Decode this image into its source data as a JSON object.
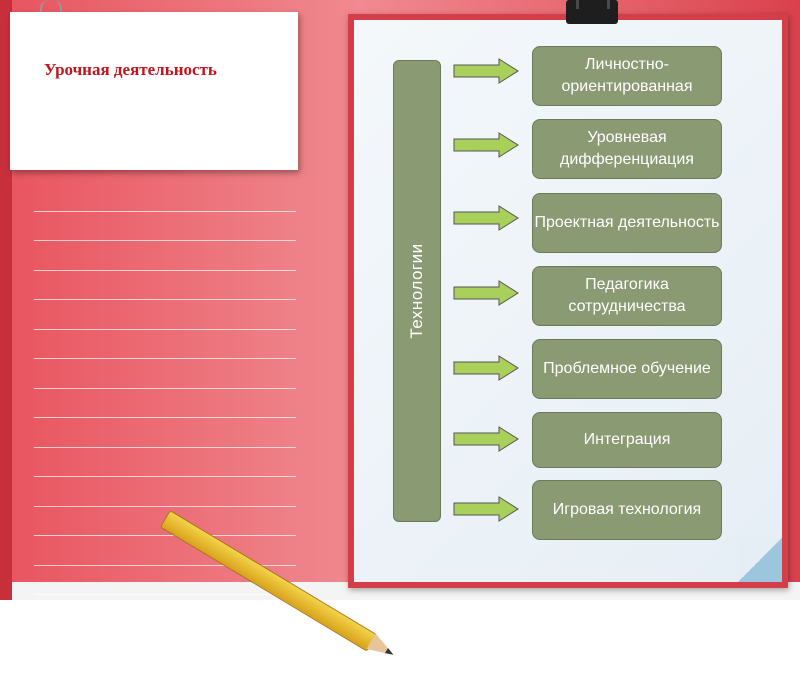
{
  "note": {
    "title": "Урочная деятельность"
  },
  "diagram": {
    "root": "Технологии",
    "items": [
      {
        "label": "Личностно-ориентированная"
      },
      {
        "label": "Уровневая дифференциация"
      },
      {
        "label": "Проектная деятельность"
      },
      {
        "label": "Педагогика сотрудничества"
      },
      {
        "label": "Проблемное обучение"
      },
      {
        "label": "Интеграция"
      },
      {
        "label": "Игровая технология"
      }
    ]
  },
  "colors": {
    "box": "#8a9a72",
    "arrow": "#a8d05a",
    "folder": "#e8545f",
    "title": "#c0151c"
  }
}
